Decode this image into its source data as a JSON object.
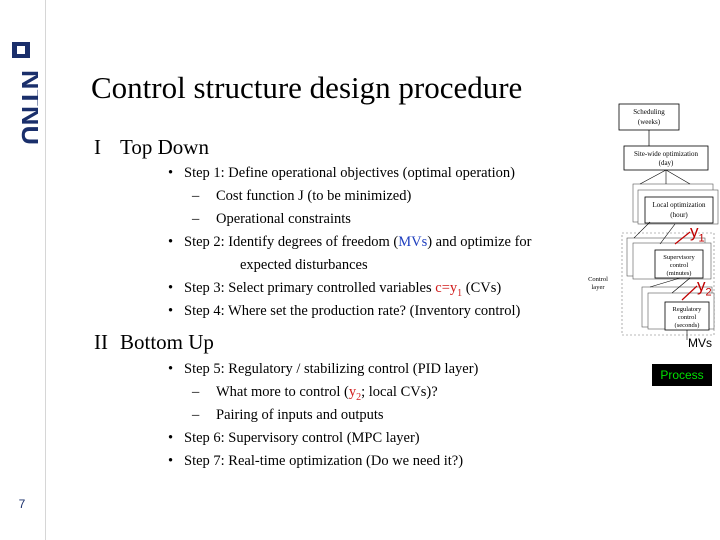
{
  "logo": {
    "text": "NTNU",
    "icon": "ntnu-logo-icon"
  },
  "page_number": "7",
  "title": "Control structure design procedure",
  "sections": [
    {
      "num": "I",
      "label": "Top Down"
    },
    {
      "num": "II",
      "label": "Bottom Up"
    }
  ],
  "top_down": {
    "step1": "Step 1: Define operational objectives (optimal operation)",
    "step1_sub1": "Cost function J (to be minimized)",
    "step1_sub2": "Operational constraints",
    "step2_pre": "Step 2: Identify degrees of freedom (",
    "step2_mvs": "MVs",
    "step2_post": ") and optimize for",
    "step2_cont": "expected disturbances",
    "step3_pre": "Step 3: Select primary controlled variables ",
    "step3_c": "c=y",
    "step3_sub": "1",
    "step3_post": " (CVs)",
    "step4": "Step 4: Where set the production rate? (Inventory control)"
  },
  "bottom_up": {
    "step5": "Step 5: Regulatory / stabilizing control (PID layer)",
    "step5_sub1_pre": "What more to control (",
    "step5_sub1_y": "y",
    "step5_sub1_sub": "2",
    "step5_sub1_post": "; local CVs)?",
    "step5_sub2": "Pairing of inputs and outputs",
    "step6": "Step 6: Supervisory control (MPC layer)",
    "step7": "Step 7: Real-time optimization (Do we need it?)"
  },
  "diagram": {
    "scheduling": "Scheduling",
    "scheduling_t": "(weeks)",
    "sitewide": "Site-wide optimization",
    "sitewide_t": "(day)",
    "local": "Local optimization",
    "local_t": "(hour)",
    "supervisory": "Supervisory",
    "supervisory2": "control",
    "supervisory_t": "(minutes)",
    "regulatory": "Regulatory",
    "regulatory2": "control",
    "regulatory_t": "(seconds)",
    "control_layer": "Control",
    "control_layer2": "layer",
    "y1": "y",
    "y1_sub": "1",
    "y2": "y",
    "y2_sub": "2",
    "mvs": "MVs",
    "process": "Process"
  },
  "colors": {
    "blue": "#1f3fbf",
    "red": "#d01a1a",
    "logo": "#1a2f6b",
    "process_bg": "#000000",
    "process_text": "#00e000"
  }
}
